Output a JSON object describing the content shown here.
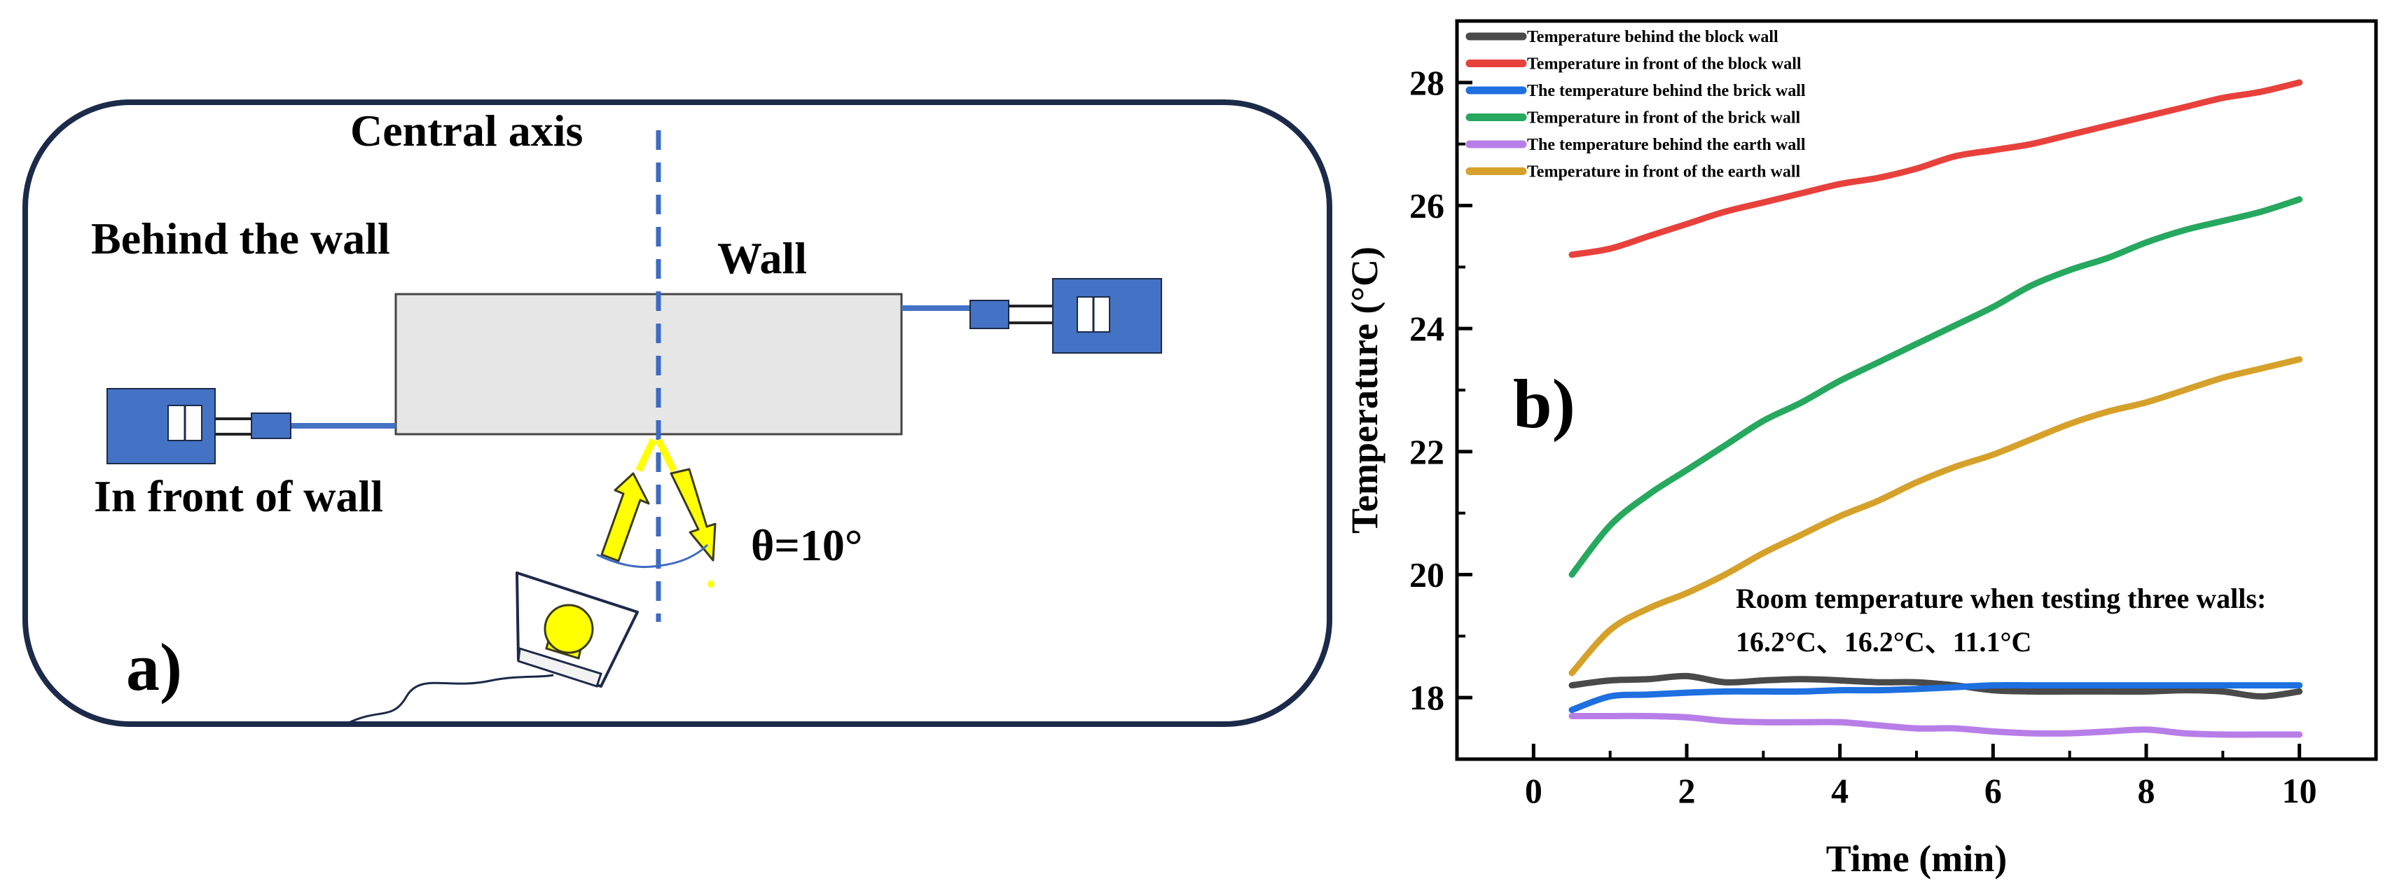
{
  "diagram": {
    "label_central_axis": "Central axis",
    "label_behind": "Behind the wall",
    "label_wall": "Wall",
    "label_front": "In front of wall",
    "label_angle": "θ=10°",
    "panel_label": "a)"
  },
  "colors": {
    "frame": "#1c2a4a",
    "device_blue": "#4472c4",
    "axis_dash": "#3c6bc4",
    "wall_fill": "#e6e6e6",
    "yellow": "#ffff00",
    "yellow_edge": "#3a3a1a"
  },
  "chart_data": {
    "type": "line",
    "panel_label": "b)",
    "xlabel": "Time (min)",
    "ylabel": "Temperature (°C)",
    "xlim": [
      -1,
      11
    ],
    "ylim": [
      17,
      29
    ],
    "xticks": [
      0,
      2,
      4,
      6,
      8,
      10
    ],
    "yticks": [
      18,
      20,
      22,
      24,
      26,
      28
    ],
    "legend_position": "top-left",
    "grid": false,
    "annotation_line1": "Room temperature when testing three walls:",
    "annotation_line2": "16.2°C、16.2°C、11.1°C",
    "series": [
      {
        "name": "Temperature behind the block wall",
        "color": "#4a4a4a",
        "x": [
          0.5,
          1,
          1.5,
          2,
          2.5,
          3,
          3.5,
          4,
          4.5,
          5,
          5.5,
          6,
          6.5,
          7,
          7.5,
          8,
          8.5,
          9,
          9.5,
          10
        ],
        "y": [
          18.2,
          18.28,
          18.3,
          18.35,
          18.25,
          18.28,
          18.3,
          18.28,
          18.25,
          18.25,
          18.2,
          18.12,
          18.1,
          18.1,
          18.1,
          18.1,
          18.12,
          18.1,
          18.02,
          18.1
        ]
      },
      {
        "name": "Temperature in front of the block wall",
        "color": "#e8413c",
        "x": [
          0.5,
          1,
          1.5,
          2,
          2.5,
          3,
          3.5,
          4,
          4.5,
          5,
          5.5,
          6,
          6.5,
          7,
          7.5,
          8,
          8.5,
          9,
          9.5,
          10
        ],
        "y": [
          25.2,
          25.3,
          25.5,
          25.7,
          25.9,
          26.05,
          26.2,
          26.35,
          26.45,
          26.6,
          26.8,
          26.9,
          27.0,
          27.15,
          27.3,
          27.45,
          27.6,
          27.75,
          27.85,
          28.0
        ]
      },
      {
        "name": "The temperature behind the brick wall",
        "color": "#1e6fe0",
        "x": [
          0.5,
          1,
          1.5,
          2,
          2.5,
          3,
          3.5,
          4,
          4.5,
          5,
          5.5,
          6,
          6.5,
          7,
          7.5,
          8,
          8.5,
          9,
          9.5,
          10
        ],
        "y": [
          17.8,
          18.02,
          18.05,
          18.08,
          18.1,
          18.1,
          18.1,
          18.12,
          18.12,
          18.14,
          18.17,
          18.2,
          18.2,
          18.2,
          18.2,
          18.2,
          18.2,
          18.2,
          18.2,
          18.2
        ]
      },
      {
        "name": "Temperature in front of the brick wall",
        "color": "#27a85f",
        "x": [
          0.5,
          1,
          1.5,
          2,
          2.5,
          3,
          3.5,
          4,
          4.5,
          5,
          5.5,
          6,
          6.5,
          7,
          7.5,
          8,
          8.5,
          9,
          9.5,
          10
        ],
        "y": [
          20.0,
          20.8,
          21.3,
          21.7,
          22.1,
          22.5,
          22.8,
          23.15,
          23.45,
          23.75,
          24.05,
          24.35,
          24.7,
          24.95,
          25.15,
          25.4,
          25.6,
          25.75,
          25.9,
          26.1
        ]
      },
      {
        "name": "The temperature behind the earth wall",
        "color": "#b77ee8",
        "x": [
          0.5,
          1,
          1.5,
          2,
          2.5,
          3,
          3.5,
          4,
          4.5,
          5,
          5.5,
          6,
          6.5,
          7,
          7.5,
          8,
          8.5,
          9,
          9.5,
          10
        ],
        "y": [
          17.7,
          17.7,
          17.7,
          17.68,
          17.62,
          17.6,
          17.6,
          17.6,
          17.55,
          17.5,
          17.5,
          17.45,
          17.42,
          17.42,
          17.45,
          17.48,
          17.42,
          17.4,
          17.4,
          17.4
        ]
      },
      {
        "name": "Temperature in front of the earth wall",
        "color": "#d6a12a",
        "x": [
          0.5,
          1,
          1.5,
          2,
          2.5,
          3,
          3.5,
          4,
          4.5,
          5,
          5.5,
          6,
          6.5,
          7,
          7.5,
          8,
          8.5,
          9,
          9.5,
          10
        ],
        "y": [
          18.4,
          19.1,
          19.45,
          19.7,
          20.0,
          20.35,
          20.65,
          20.95,
          21.2,
          21.5,
          21.75,
          21.95,
          22.2,
          22.45,
          22.65,
          22.8,
          23.0,
          23.2,
          23.35,
          23.5
        ]
      }
    ]
  }
}
